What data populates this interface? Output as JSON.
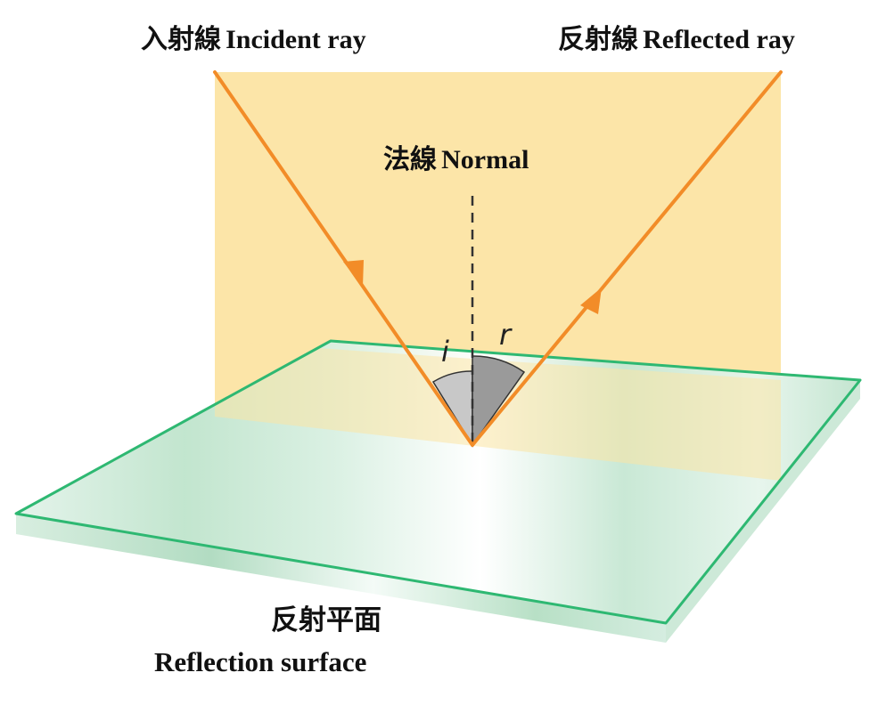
{
  "labels": {
    "incident": {
      "zh": "入射線",
      "en": "Incident ray"
    },
    "reflected": {
      "zh": "反射線",
      "en": "Reflected ray"
    },
    "normal": {
      "zh": "法線",
      "en": "Normal"
    },
    "surface": {
      "zh": "反射平面",
      "en": "Reflection surface"
    },
    "angle_incidence": "i",
    "angle_reflection": "r"
  },
  "colors": {
    "ray": "#f28c28",
    "plane_of_incidence": "#fce5a8",
    "mirror_edge": "#2eb872",
    "mirror_fill": "#cfeadb",
    "angle_i_fill": "#c8c8c8",
    "angle_r_fill": "#9a9a9a",
    "normal_line": "#333333"
  }
}
